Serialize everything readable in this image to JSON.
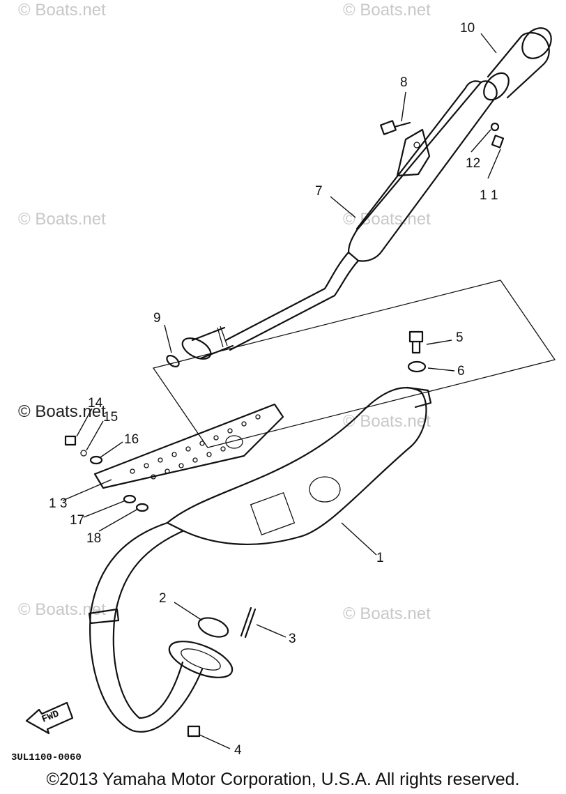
{
  "watermarks": [
    "© Boats.net",
    "© Boats.net",
    "© Boats.net",
    "© Boats.net",
    "© Boats.net",
    "© Boats.net",
    "© Boats.net",
    "© Boats.net"
  ],
  "callouts": {
    "p1": "1",
    "p2": "2",
    "p3": "3",
    "p4": "4",
    "p5": "5",
    "p6": "6",
    "p7": "7",
    "p8": "8",
    "p9": "9",
    "p10": "10",
    "p11": "1 1",
    "p12": "12",
    "p13": "1 3",
    "p14": "14",
    "p15": "15",
    "p16": "16",
    "p17": "17",
    "p18": "18"
  },
  "fwd_label": "FWD",
  "diagram_code": "3UL1100-0060",
  "copyright": "©2013 Yamaha Motor Corporation, U.S.A. All rights reserved."
}
